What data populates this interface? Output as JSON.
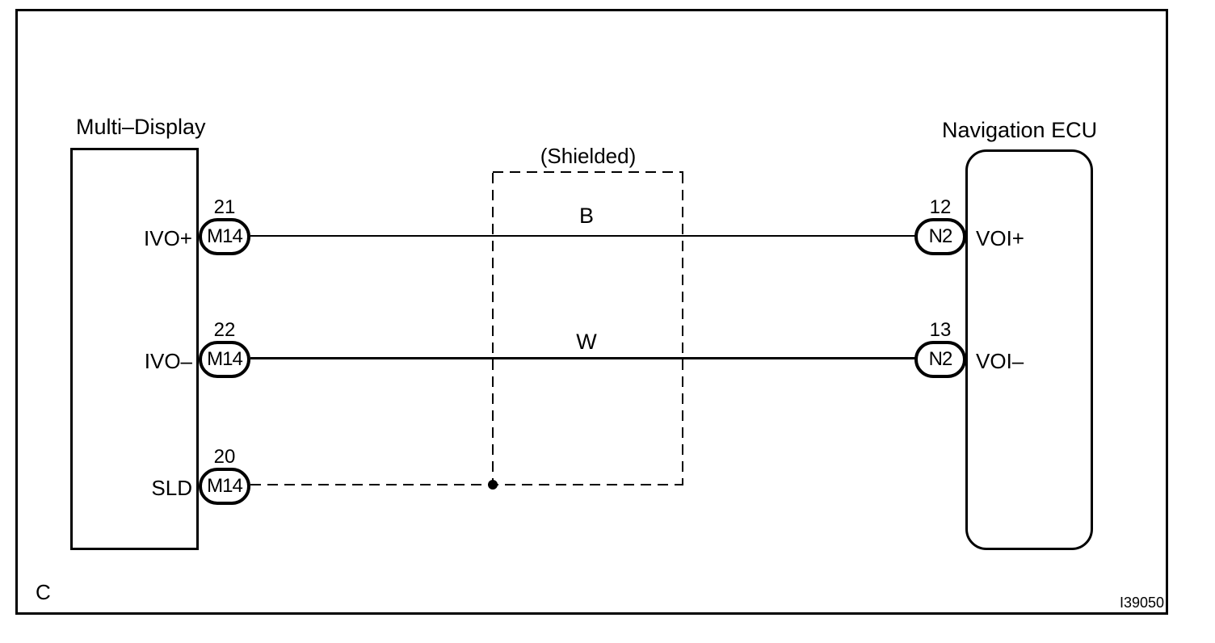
{
  "diagram": {
    "section_label": "C",
    "figure_code": "I39050",
    "shield_label": "(Shielded)",
    "colors": {
      "line": "#000000",
      "background": "#ffffff"
    },
    "left_component": {
      "title": "Multi–Display",
      "pins": [
        {
          "number": "21",
          "connector": "M14",
          "signal": "IVO+"
        },
        {
          "number": "22",
          "connector": "M14",
          "signal": "IVO–"
        },
        {
          "number": "20",
          "connector": "M14",
          "signal": "SLD"
        }
      ]
    },
    "right_component": {
      "title": "Navigation ECU",
      "pins": [
        {
          "number": "12",
          "connector": "N2",
          "signal": "VOI+"
        },
        {
          "number": "13",
          "connector": "N2",
          "signal": "VOI–"
        }
      ]
    },
    "wires": [
      {
        "label": "B",
        "from": "Multi–Display 21 (M14) IVO+",
        "to": "Navigation ECU 12 (N2) VOI+",
        "style": "solid"
      },
      {
        "label": "W",
        "from": "Multi–Display 22 (M14) IVO–",
        "to": "Navigation ECU 13 (N2) VOI–",
        "style": "solid"
      },
      {
        "label": "",
        "from": "Multi–Display 20 (M14) SLD",
        "to": "shield",
        "style": "dashed"
      }
    ]
  }
}
